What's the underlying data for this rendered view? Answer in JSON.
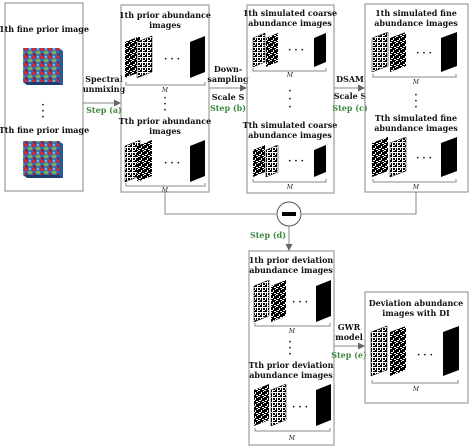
{
  "colors": {
    "box_border": "#8a8a8a",
    "step_text": "#3f8a3f",
    "map_black": "#000000",
    "map_white": "#ffffff",
    "satellite_red": "#c0303a",
    "satellite_green": "#6fae5a",
    "satellite_blue": "#3b6fb8"
  },
  "icons": {
    "minus_operator": "minus-circle-icon",
    "satellite_image": "satellite-image-icon",
    "abundance_map": "abundance-map-icon"
  },
  "boxes": {
    "input": {
      "label_top": "1th fine prior image",
      "label_bottom": "Tth fine prior image",
      "dots": "·\n·\n·"
    },
    "prior_abundance": {
      "label_top_1": "1th prior abundance",
      "label_top_2": "images",
      "label_bottom_1": "Tth prior abundance",
      "label_bottom_2": "images",
      "brace_label": "M",
      "dots_row": "· · ·",
      "dots_col": "·\n·\n·"
    },
    "coarse": {
      "label_top_1": "1th simulated coarse",
      "label_top_2": "abundance images",
      "label_bottom_1": "Tth simulated coarse",
      "label_bottom_2": "abundance images",
      "brace_label": "M",
      "dots_row": "· · ·"
    },
    "fine": {
      "label_top_1": "1th simulated fine",
      "label_top_2": "abundance images",
      "label_bottom_1": "Tth simulated fine",
      "label_bottom_2": "abundance images",
      "brace_label": "M",
      "dots_row": "· · ·"
    },
    "deviation": {
      "label_top_1": "1th prior deviation",
      "label_top_2": "abundance images",
      "label_bottom_1": "Tth prior deviation",
      "label_bottom_2": "abundance images",
      "brace_label": "M",
      "dots_row": "· · ·"
    },
    "output": {
      "label_1": "Deviation abundance",
      "label_2": "images with DI",
      "brace_label": "M",
      "dots_row": "· · ·"
    }
  },
  "arrows": {
    "a": {
      "line1": "Spectral",
      "line2": "unmixing",
      "step": "Step (a)"
    },
    "b": {
      "line1": "Down-",
      "line2": "sampling",
      "line3": "Scale S",
      "step": "Step (b)"
    },
    "c": {
      "line1": "DSAM",
      "line2": "Scale S",
      "step": "Step (c)"
    },
    "d": {
      "step": "Step (d)"
    },
    "e": {
      "line1": "GWR",
      "line2": "model",
      "step": "Step (e)"
    }
  }
}
